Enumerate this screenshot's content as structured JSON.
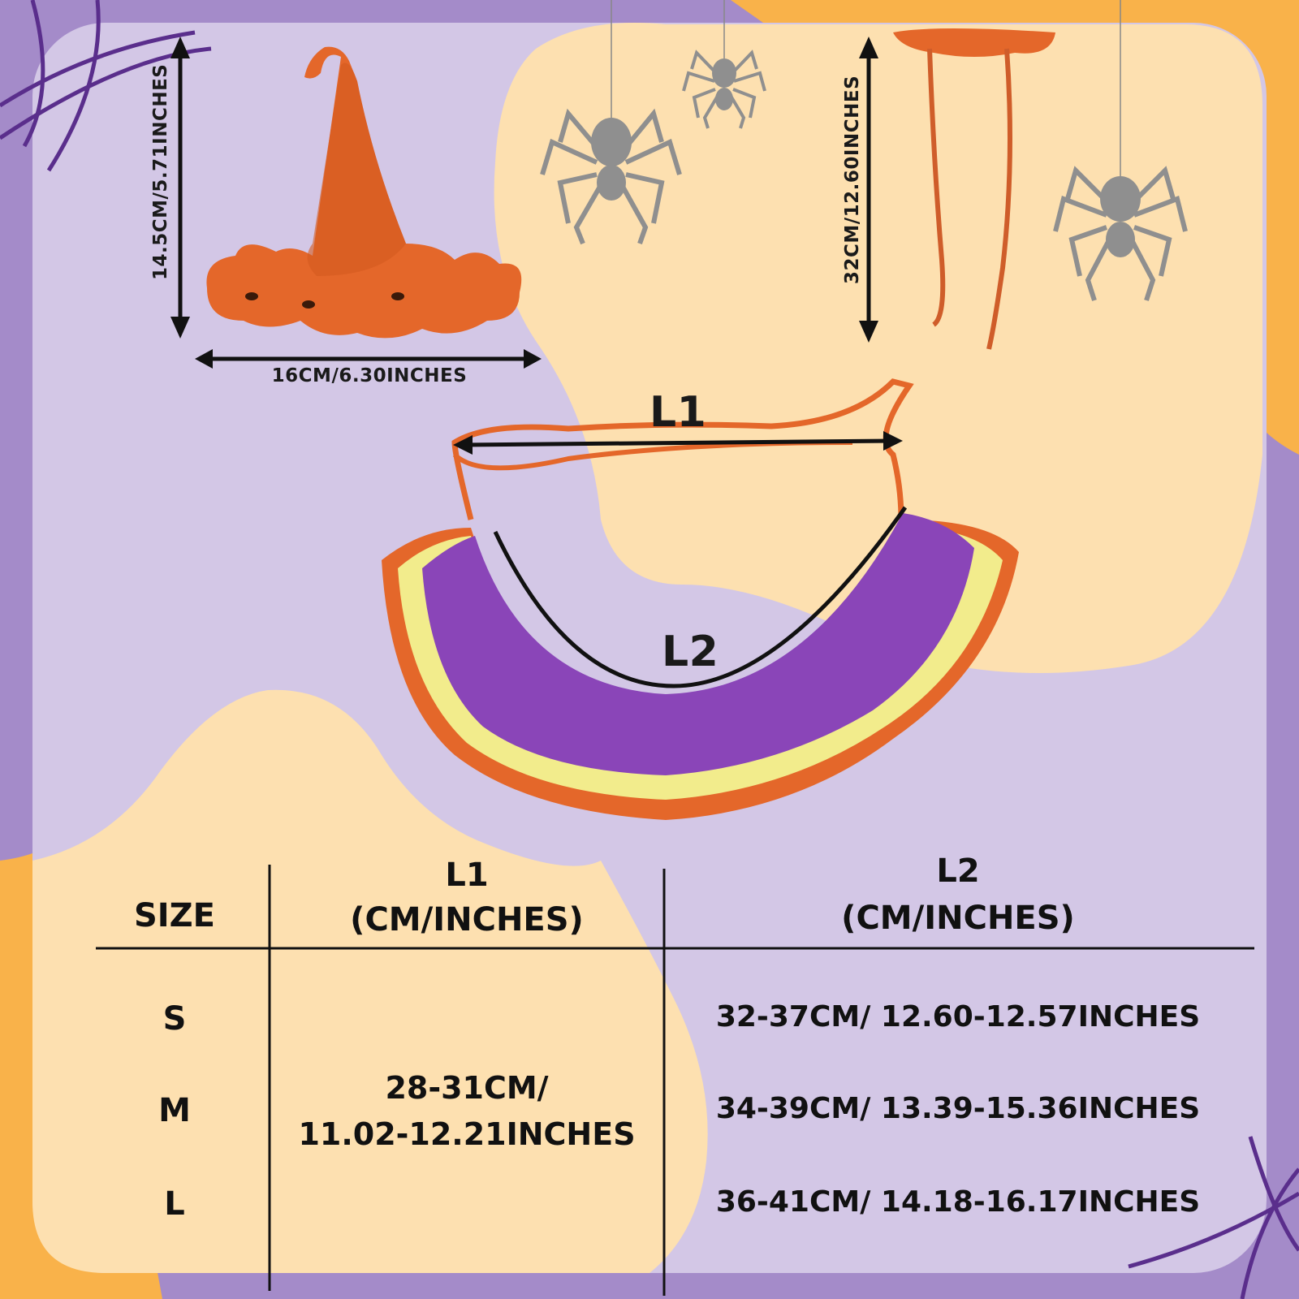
{
  "colors": {
    "background_purple": "#a48bc9",
    "panel_lavender": "#d3c7e6",
    "blob_peach": "#fde0b0",
    "corner_orange": "#f9b24a",
    "crochet_orange": "#e4672a",
    "crochet_purple": "#8a45b8",
    "crochet_yellow": "#f2ec8c",
    "spider_grey": "#8f8f8f",
    "line_black": "#111111"
  },
  "hat": {
    "height_label": "14.5CM/5.71INCHES",
    "width_label": "16CM/6.30INCHES"
  },
  "tie": {
    "length_label": "32CM/12.60INCHES"
  },
  "collar": {
    "l1_label": "L1",
    "l2_label": "L2"
  },
  "size_table": {
    "headers": {
      "size": "SIZE",
      "l1_line1": "L1",
      "l1_line2": "(CM/INCHES)",
      "l2_line1": "L2",
      "l2_line2": "(CM/INCHES)"
    },
    "l1_shared_line1": "28-31CM/",
    "l1_shared_line2": "11.02-12.21INCHES",
    "rows": [
      {
        "size": "S",
        "l2": "32-37CM/ 12.60-12.57INCHES"
      },
      {
        "size": "M",
        "l2": "34-39CM/ 13.39-15.36INCHES"
      },
      {
        "size": "L",
        "l2": "36-41CM/ 14.18-16.17INCHES"
      }
    ]
  }
}
